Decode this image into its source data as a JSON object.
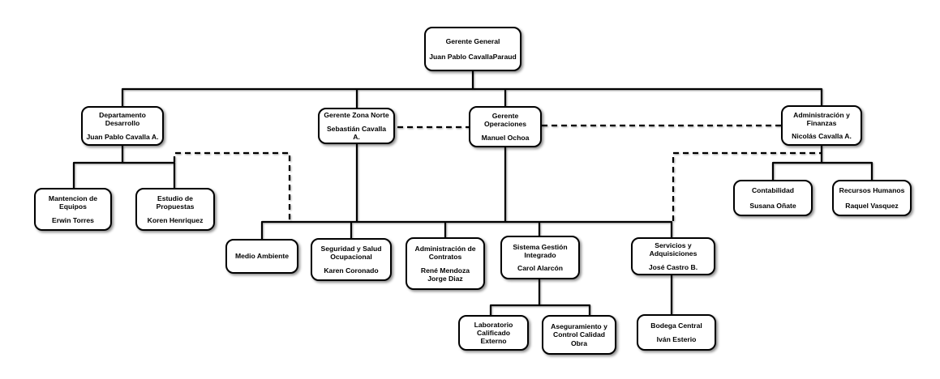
{
  "diagram_type": "org-chart",
  "colors": {
    "box_fill": "#ffffff",
    "box_border": "#000000",
    "text": "#000000",
    "connector": "#000000",
    "background": "#ffffff"
  },
  "nodes": {
    "gerente_general": {
      "title": "Gerente General",
      "person": "Juan Pablo CavallaParaud"
    },
    "departamento_desarrollo": {
      "title": "Departamento\nDesarrollo",
      "person": "Juan Pablo Cavalla A."
    },
    "gerente_zona_norte": {
      "title": "Gerente Zona Norte",
      "person": "Sebastián Cavalla A."
    },
    "gerente_operaciones": {
      "title": "Gerente\nOperaciones",
      "person": "Manuel Ochoa"
    },
    "administracion_finanzas": {
      "title": "Administración y\nFinanzas",
      "person": "Nicolás Cavalla A."
    },
    "mantencion_equipos": {
      "title": "Mantencion de\nEquipos",
      "person": "Erwin Torres"
    },
    "estudio_propuestas": {
      "title": "Estudio de\nPropuestas",
      "person": "Koren Henriquez"
    },
    "contabilidad": {
      "title": "Contabilidad",
      "person": "Susana Oñate"
    },
    "recursos_humanos": {
      "title": "Recursos Humanos",
      "person": "Raquel Vasquez"
    },
    "medio_ambiente": {
      "title": "Medio Ambiente",
      "person": ""
    },
    "seguridad_salud": {
      "title": "Seguridad y Salud\nOcupacional",
      "person": "Karen Coronado"
    },
    "administracion_contratos": {
      "title": "Administración de\nContratos",
      "person": "René Mendoza\nJorge Diaz"
    },
    "sistema_gestion": {
      "title": "Sistema Gestión\nIntegrado",
      "person": "Carol Alarcón"
    },
    "servicios_adquisiciones": {
      "title": "Servicios y\nAdquisiciones",
      "person": "José Castro B."
    },
    "laboratorio": {
      "title": "Laboratorio\nCalificado Externo",
      "person": ""
    },
    "aseguramiento": {
      "title": "Aseguramiento y\nControl Calidad\nObra",
      "person": ""
    },
    "bodega_central": {
      "title": "Bodega Central",
      "person": "Iván Esterio"
    }
  },
  "structure": {
    "root": "gerente_general",
    "solid_links": [
      {
        "from": "gerente_general",
        "to": "departamento_desarrollo"
      },
      {
        "from": "gerente_general",
        "to": "gerente_zona_norte"
      },
      {
        "from": "gerente_general",
        "to": "gerente_operaciones"
      },
      {
        "from": "gerente_general",
        "to": "administracion_finanzas"
      },
      {
        "from": "departamento_desarrollo",
        "to": "mantencion_equipos"
      },
      {
        "from": "departamento_desarrollo",
        "to": "estudio_propuestas"
      },
      {
        "from": "administracion_finanzas",
        "to": "contabilidad"
      },
      {
        "from": "administracion_finanzas",
        "to": "recursos_humanos"
      },
      {
        "from": "gerente_zona_norte",
        "to": "operations_row"
      },
      {
        "from": "gerente_operaciones",
        "to": "operations_row"
      },
      {
        "from": "sistema_gestion",
        "to": "laboratorio"
      },
      {
        "from": "sistema_gestion",
        "to": "aseguramiento"
      },
      {
        "from": "servicios_adquisiciones",
        "to": "bodega_central"
      }
    ],
    "dashed_links": [
      {
        "from": "gerente_zona_norte",
        "to": "gerente_operaciones"
      },
      {
        "from": "gerente_operaciones",
        "to": "administracion_finanzas"
      },
      {
        "from": "departamento_desarrollo",
        "to": "operations_row"
      },
      {
        "from": "administracion_finanzas",
        "to": "operations_row"
      }
    ],
    "operations_row_members": [
      "medio_ambiente",
      "seguridad_salud",
      "administracion_contratos",
      "sistema_gestion",
      "servicios_adquisiciones"
    ]
  }
}
